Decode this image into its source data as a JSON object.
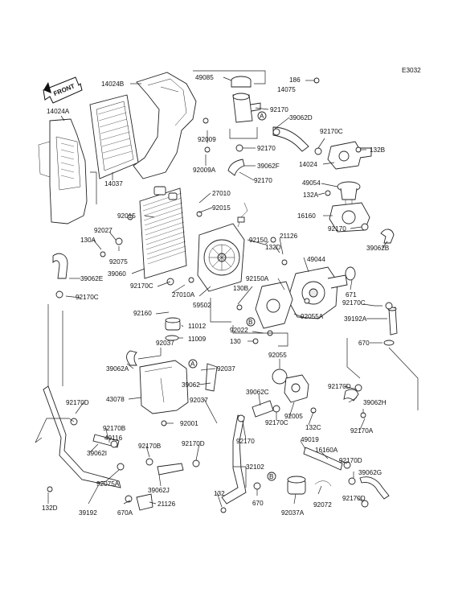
{
  "header": {
    "code": "E3032",
    "front_arrow": "FRONT"
  },
  "refs": {
    "circle_a": "A",
    "circle_b": "B"
  },
  "parts": {
    "p49085": "49085",
    "p14075": "14075",
    "p186": "186",
    "p14024b": "14024B",
    "p14024a": "14024A",
    "p92170_1": "92170",
    "p39062d": "39062D",
    "p92009": "92009",
    "p92170_2": "92170",
    "p92170c_1": "92170C",
    "p132b": "132B",
    "p14037": "14037",
    "p92009a": "92009A",
    "p39062f": "39062F",
    "p14024": "14024",
    "p92170_3": "92170",
    "p49054": "49054",
    "p27010": "27010",
    "p132a": "132A",
    "p92015_1": "92015",
    "p92015_2": "92015",
    "p16160": "16160",
    "p92027": "92027",
    "p92170_4": "92170",
    "p130a": "130A",
    "p21126_1": "21126",
    "p92150": "92150",
    "p39062b": "39062B",
    "p132d_1": "132D",
    "p92075": "92075",
    "p49044": "49044",
    "p39060": "39060",
    "p39062e": "39062E",
    "p92170c_2": "92170C",
    "p92150a": "92150A",
    "p671": "671",
    "p130b": "130B",
    "p27010a": "27010A",
    "p92170c_3": "92170C",
    "p92170c_4": "92170C",
    "p59502": "59502",
    "p92160": "92160",
    "p92055a": "92055A",
    "p39192a": "39192A",
    "p11012": "11012",
    "p92022": "92022",
    "p11009": "11009",
    "p130": "130",
    "p670_1": "670",
    "p92037_1": "92037",
    "p92055": "92055",
    "p39062a": "39062A",
    "p92037_2": "92037",
    "p39062": "39062",
    "p92170d_1": "92170D",
    "p43078": "43078",
    "p39062c": "39062C",
    "p92037_3": "92037",
    "p39062h": "39062H",
    "p92170d_2": "92170D",
    "p92005": "92005",
    "p92001": "92001",
    "p92170c_5": "92170C",
    "p132c": "132C",
    "p92170a": "92170A",
    "p92170b_1": "92170B",
    "p49116": "49116",
    "p92170": "92170",
    "p49019": "49019",
    "p39062i": "39062I",
    "p92170b_2": "92170B",
    "p92170d_3": "92170D",
    "p16160a": "16160A",
    "p92170d_4": "92170D",
    "p39062g": "39062G",
    "p32102": "32102",
    "p92075a": "92075A",
    "p39062j": "39062J",
    "p132d_2": "132D",
    "p132": "132",
    "p670_2": "670",
    "p92072": "92072",
    "p92170d_5": "92170D",
    "p670a": "670A",
    "p21126_2": "21126",
    "p39192": "39192",
    "p92037a": "92037A"
  }
}
